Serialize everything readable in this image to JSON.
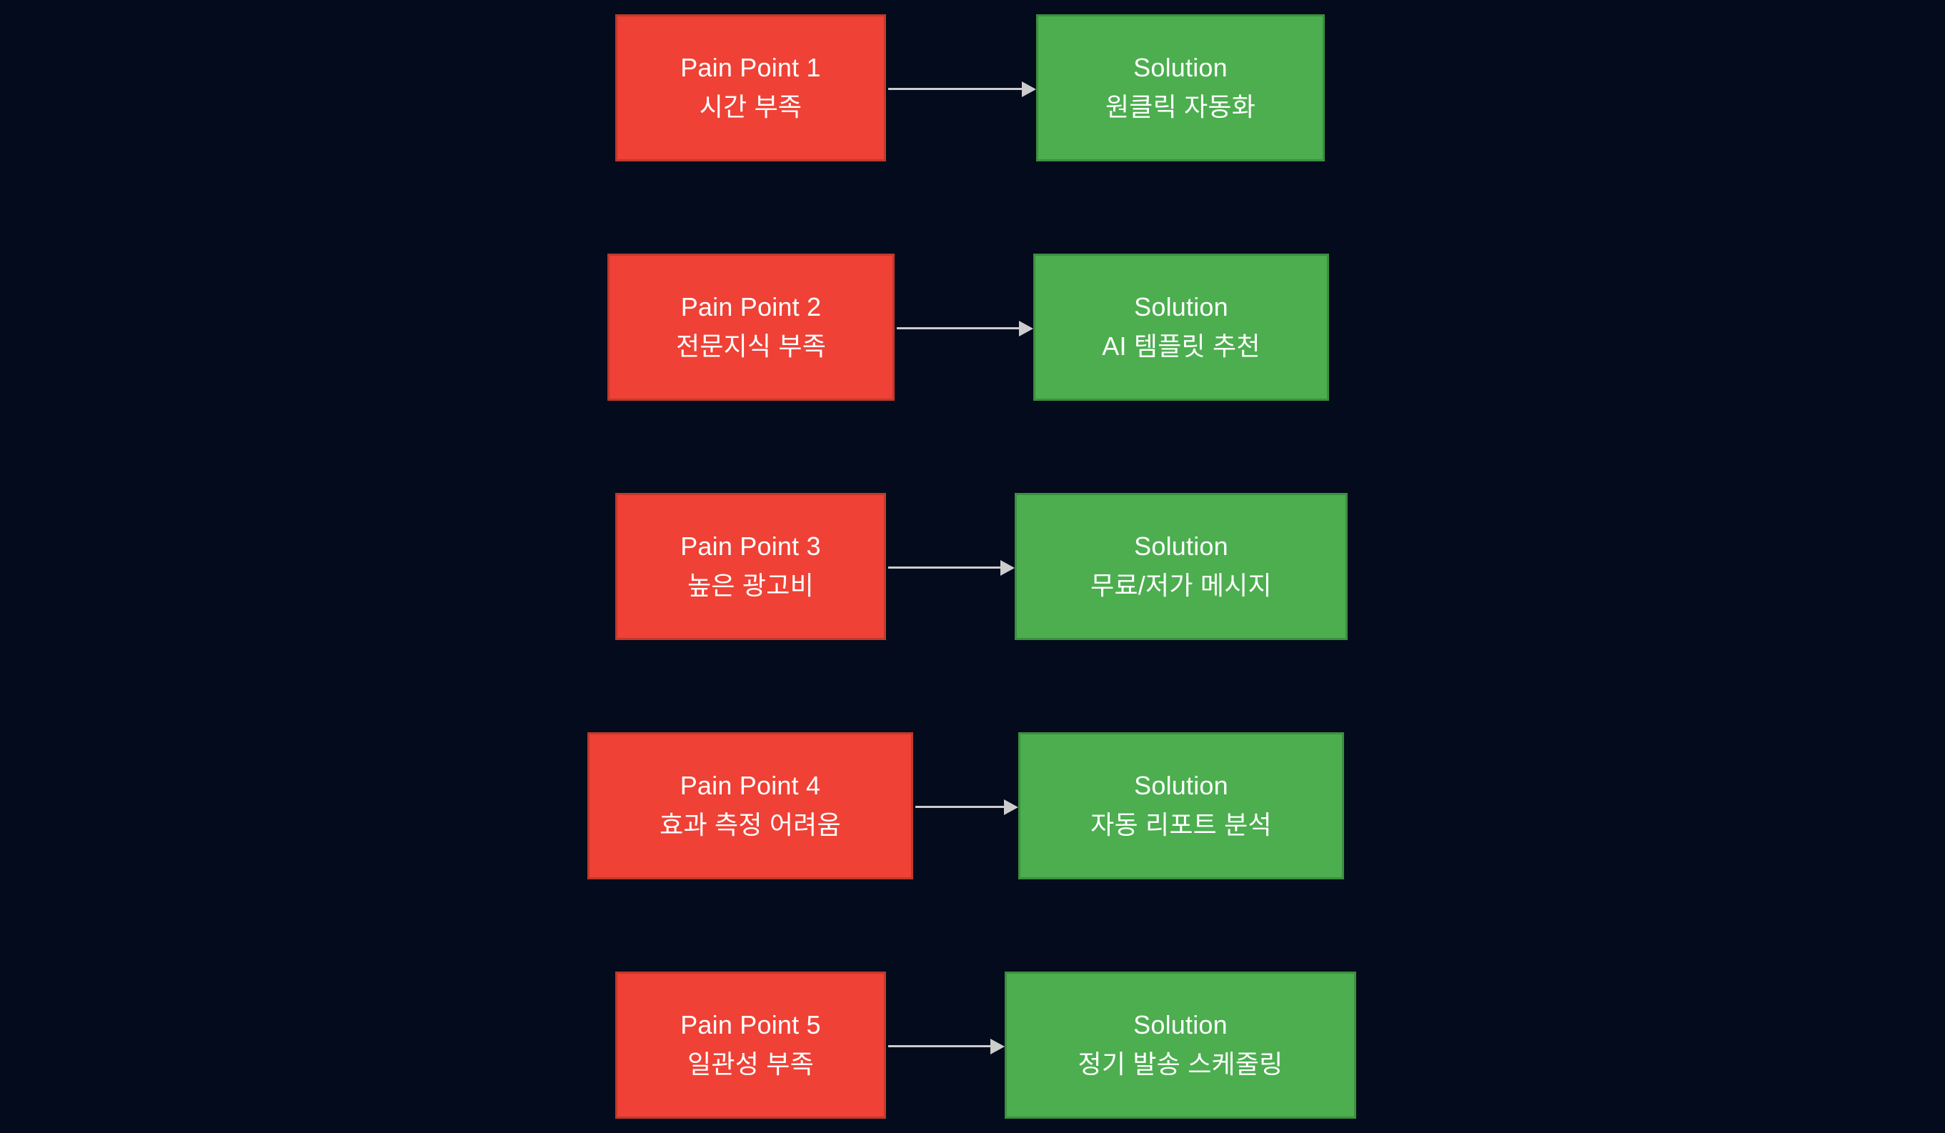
{
  "diagram": {
    "type": "flowchart",
    "direction": "left-to-right",
    "background_color": "#030b1c",
    "pain_color": "#ef4136",
    "pain_border_color": "#c0392b",
    "solution_color": "#4cae4f",
    "solution_border_color": "#3c8f3f",
    "edge_color": "#cccccc",
    "text_color": "#ffffff"
  },
  "rows": [
    {
      "pain": {
        "title": "Pain Point 1",
        "detail": "시간 부족"
      },
      "solution": {
        "title": "Solution",
        "detail": "원클릭 자동화"
      }
    },
    {
      "pain": {
        "title": "Pain Point 2",
        "detail": "전문지식 부족"
      },
      "solution": {
        "title": "Solution",
        "detail": "AI 템플릿 추천"
      }
    },
    {
      "pain": {
        "title": "Pain Point 3",
        "detail": "높은 광고비"
      },
      "solution": {
        "title": "Solution",
        "detail": "무료/저가 메시지"
      }
    },
    {
      "pain": {
        "title": "Pain Point 4",
        "detail": "효과 측정 어려움"
      },
      "solution": {
        "title": "Solution",
        "detail": "자동 리포트 분석"
      }
    },
    {
      "pain": {
        "title": "Pain Point 5",
        "detail": "일관성 부족"
      },
      "solution": {
        "title": "Solution",
        "detail": "정기 발송 스케줄링"
      }
    }
  ]
}
